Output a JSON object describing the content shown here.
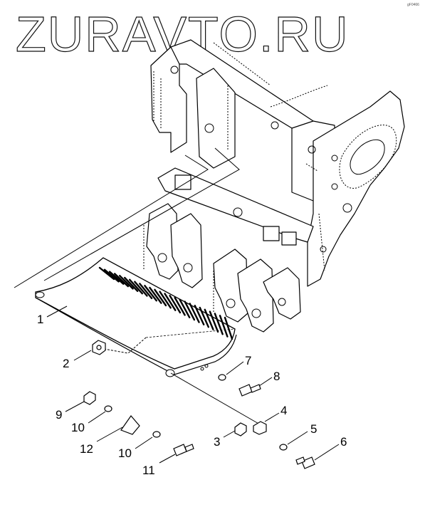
{
  "watermark": "ZURAVTO.RU",
  "corner_code": "gF0466",
  "callouts": [
    {
      "id": "1",
      "label": "1"
    },
    {
      "id": "2",
      "label": "2"
    },
    {
      "id": "3",
      "label": "3"
    },
    {
      "id": "4",
      "label": "4"
    },
    {
      "id": "5",
      "label": "5"
    },
    {
      "id": "6",
      "label": "6"
    },
    {
      "id": "7",
      "label": "7"
    },
    {
      "id": "8",
      "label": "8"
    },
    {
      "id": "9",
      "label": "9"
    },
    {
      "id": "10a",
      "label": "10"
    },
    {
      "id": "10b",
      "label": "10"
    },
    {
      "id": "11",
      "label": "11"
    },
    {
      "id": "12",
      "label": "12"
    }
  ]
}
